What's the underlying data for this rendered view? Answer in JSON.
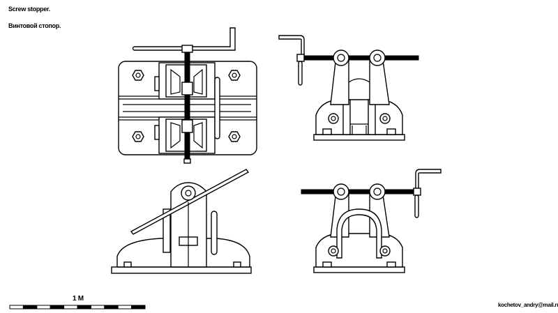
{
  "title_en": "Screw stopper.",
  "title_ru": "Винтовой стопор.",
  "scale_bar": {
    "label": "1 M",
    "segments": 10
  },
  "author_email": "kochetov_andry@mail.ru"
}
